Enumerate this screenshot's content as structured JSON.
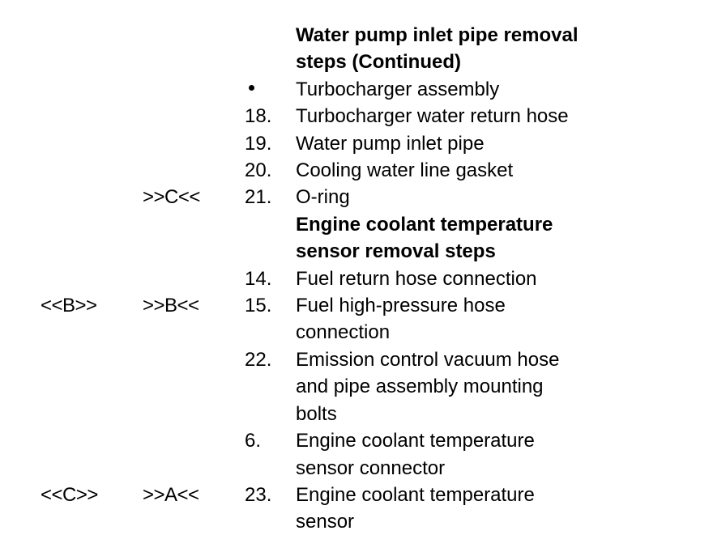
{
  "entries": [
    {
      "type": "heading",
      "lines": [
        "Water pump inlet pipe removal",
        "steps (Continued)"
      ]
    },
    {
      "type": "item",
      "number": "",
      "bullet": true,
      "lines": [
        "Turbocharger assembly"
      ]
    },
    {
      "type": "item",
      "number": "18.",
      "lines": [
        "Turbocharger water return hose"
      ]
    },
    {
      "type": "item",
      "number": "19.",
      "lines": [
        "Water pump inlet pipe"
      ]
    },
    {
      "type": "item",
      "number": "20.",
      "lines": [
        "Cooling water line gasket"
      ]
    },
    {
      "type": "item",
      "number": "21.",
      "mid": ">>C<<",
      "lines": [
        "O-ring"
      ]
    },
    {
      "type": "heading",
      "lines": [
        "Engine coolant temperature",
        "sensor removal steps"
      ]
    },
    {
      "type": "item",
      "number": "14.",
      "lines": [
        "Fuel return hose connection"
      ]
    },
    {
      "type": "item",
      "number": "15.",
      "left": "<<B>>",
      "mid": ">>B<<",
      "lines": [
        "Fuel high-pressure hose",
        "connection"
      ]
    },
    {
      "type": "item",
      "number": "22.",
      "lines": [
        "Emission control vacuum hose",
        "and pipe assembly mounting",
        "bolts"
      ]
    },
    {
      "type": "item",
      "number": "6.",
      "lines": [
        "Engine coolant temperature",
        "sensor connector"
      ]
    },
    {
      "type": "item",
      "number": "23.",
      "left": "<<C>>",
      "mid": ">>A<<",
      "lines": [
        "Engine coolant temperature",
        "sensor"
      ]
    }
  ]
}
